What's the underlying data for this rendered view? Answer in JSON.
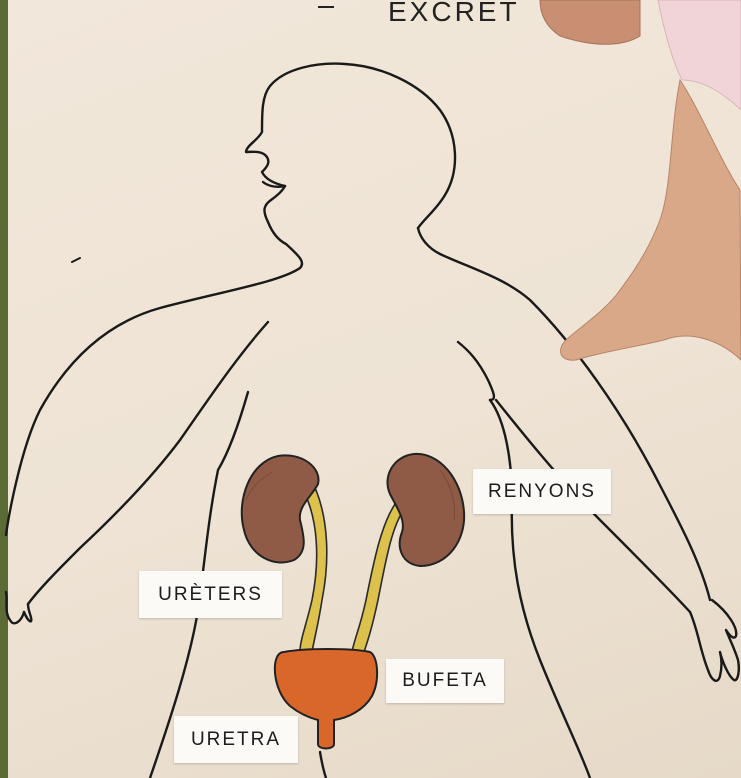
{
  "poster": {
    "title_fragment": "EXCRET",
    "labels": {
      "kidneys": "RENYONS",
      "ureters": "URÈTERS",
      "bladder": "BUFETA",
      "urethra": "URETRA"
    }
  },
  "colors": {
    "paper": "#efe5d8",
    "outline": "#1a1a1a",
    "kidney": "#8a5a46",
    "ureter": "#d9c24a",
    "bladder": "#d9692c",
    "skin": "#d8a688",
    "sleeve": "#f2d6da"
  }
}
